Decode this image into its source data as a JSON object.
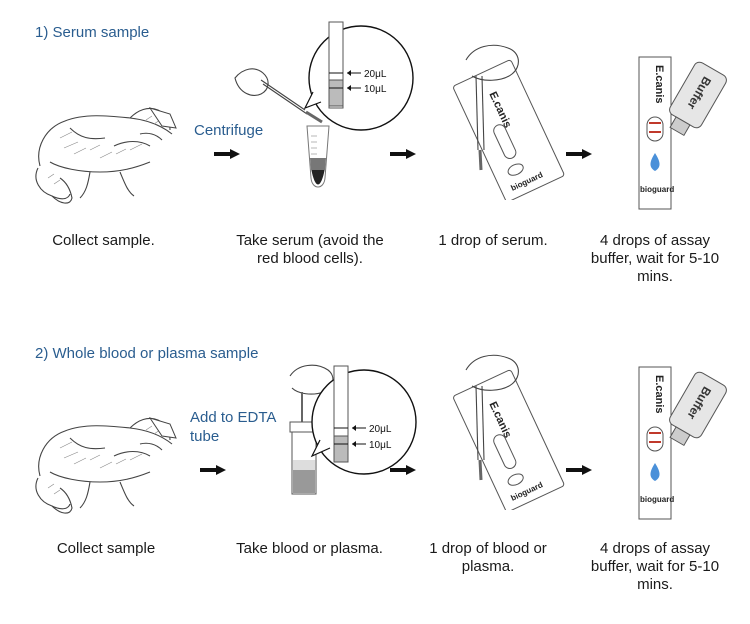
{
  "section1": {
    "title": "1) Serum sample",
    "centrifuge_label": "Centrifuge",
    "steps": [
      "Collect sample.",
      "Take serum (avoid the red blood cells).",
      "1 drop of serum.",
      "4 drops of assay buffer, wait for 5-10 mins."
    ]
  },
  "section2": {
    "title": "2)  Whole blood or plasma sample",
    "edta_label": "Add to EDTA tube",
    "steps": [
      "Collect sample",
      "Take blood or plasma.",
      "1 drop of blood or plasma.",
      "4 drops of assay buffer, wait for 5-10 mins."
    ]
  },
  "volume_marks": {
    "upper": "20μL",
    "lower": "10μL"
  },
  "test_device": {
    "name": "E.canis",
    "brand": "bioguard"
  },
  "buffer_bottle_label": "Buffer",
  "colors": {
    "accent": "#2a5d8f",
    "control_line": "#c0392b",
    "drop": "#4a90d9"
  }
}
